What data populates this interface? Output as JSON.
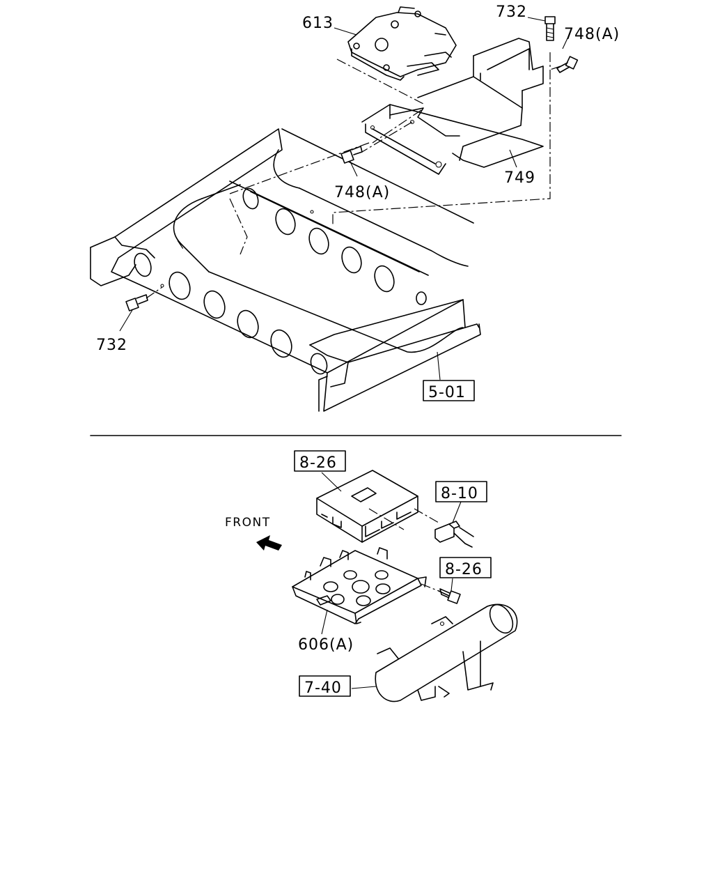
{
  "upper_view": {
    "labels": {
      "p613": "613",
      "p732_top": "732",
      "p748a_right": "748(A)",
      "p748a_mid": "748(A)",
      "p749": "749",
      "p732_left": "732"
    },
    "boxed_refs": {
      "r501": "5-01"
    }
  },
  "lower_view": {
    "front_label": "FRONT",
    "labels": {
      "p606a": "606(A)"
    },
    "boxed_refs": {
      "r826_top": "8-26",
      "r810": "8-10",
      "r826_bolt": "8-26",
      "r740": "7-40"
    }
  }
}
